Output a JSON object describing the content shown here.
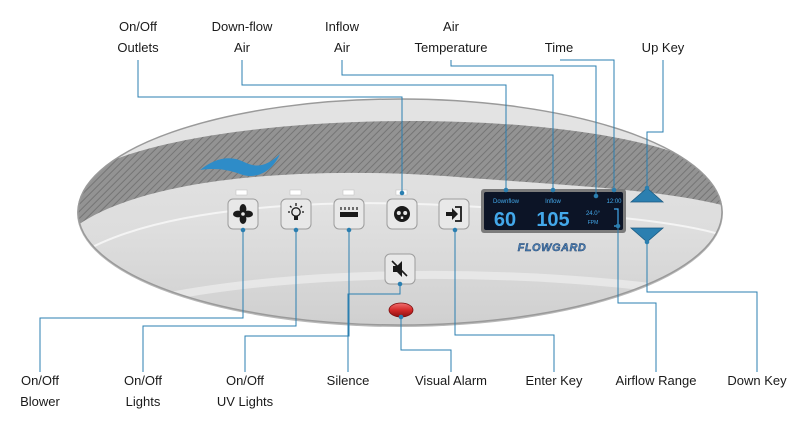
{
  "labels": {
    "on_off_outlets": [
      "On/Off",
      "Outlets"
    ],
    "down_flow_air": [
      "Down-flow",
      "Air"
    ],
    "inflow_air": [
      "Inflow",
      "Air"
    ],
    "air_temperature": [
      "Air",
      "Temperature"
    ],
    "time": "Time",
    "up_key": "Up Key",
    "on_off_blower": [
      "On/Off",
      "Blower"
    ],
    "on_off_lights": [
      "On/Off",
      "Lights"
    ],
    "on_off_uv_lights": [
      "On/Off",
      "UV Lights"
    ],
    "silence": "Silence",
    "visual_alarm": "Visual Alarm",
    "enter_key": "Enter Key",
    "airflow_range": "Airflow Range",
    "down_key": "Down Key"
  },
  "display": {
    "downflow_label": "Downflow",
    "inflow_label": "Inflow",
    "time_value": "12:00",
    "downflow_value": "60",
    "inflow_value": "105",
    "temperature_value": "24.0°",
    "unit": "FPM"
  },
  "brand": "FLOWGARD",
  "colors": {
    "leader_line": "#2b7fb0",
    "panel": "#d4d4d4",
    "display_bg": "#0c1426",
    "display_text": "#43a8ea",
    "arrow_key": "#2b7fb0",
    "alarm": "#d42a2a",
    "logo_wave": "#2e8cc8"
  },
  "icons": [
    "fan-icon",
    "light-bulb-icon",
    "uv-light-icon",
    "outlet-icon",
    "enter-icon",
    "mute-icon",
    "up-arrow-icon",
    "down-arrow-icon"
  ]
}
